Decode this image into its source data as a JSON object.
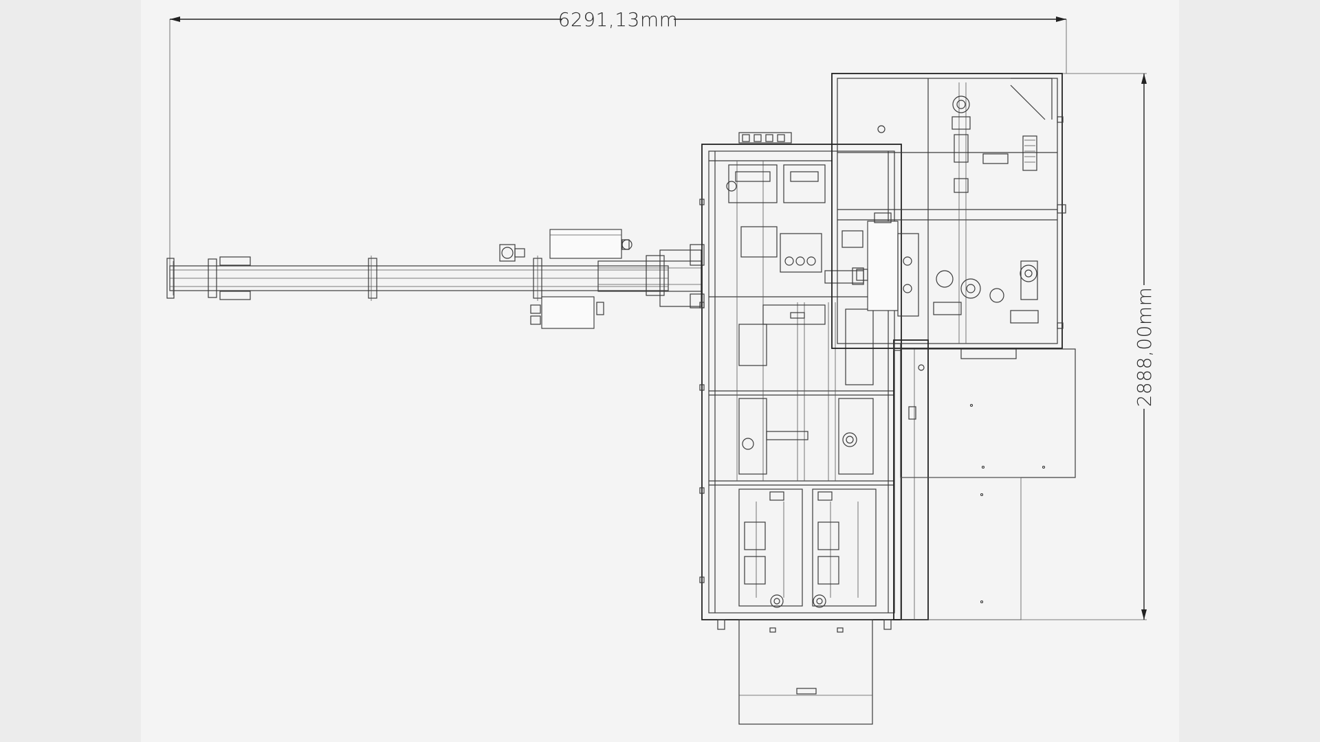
{
  "drawing": {
    "type": "technical-layout-top-view",
    "colors": {
      "background": "#f4f4f4",
      "margin": "#ececec",
      "line": "#3a3a3a"
    }
  },
  "dimensions": {
    "width_label": "6291,13mm",
    "height_label": "2888,00mm"
  }
}
